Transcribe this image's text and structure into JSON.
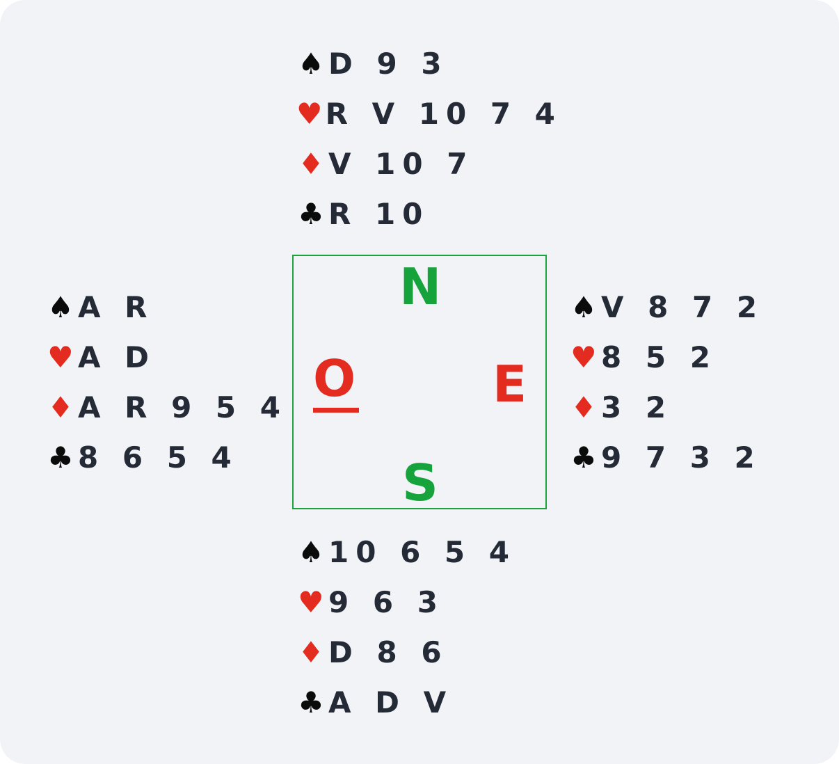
{
  "hands": {
    "north": {
      "spades": "D 9 3",
      "hearts": "R V 10 7 4",
      "diamonds": "V 10 7",
      "clubs": "R 10"
    },
    "west": {
      "spades": "A R",
      "hearts": "A D",
      "diamonds": "A R 9 5 4",
      "clubs": "8 6 5 4"
    },
    "east": {
      "spades": "V 8 7 2",
      "hearts": "8 5 2",
      "diamonds": "3 2",
      "clubs": "9 7 3 2"
    },
    "south": {
      "spades": "10 6 5 4",
      "hearts": "9 6 3",
      "diamonds": "D 8 6",
      "clubs": "A D V"
    }
  },
  "compass": {
    "north": "N",
    "south": "S",
    "east": "E",
    "west": "O",
    "dealer": "O"
  },
  "icons": {
    "spades": "spade-icon",
    "hearts": "heart-icon",
    "diamonds": "diamond-icon",
    "clubs": "club-icon"
  },
  "colors": {
    "green": "#16a33b",
    "red": "#e32b1f",
    "text": "#252a37"
  }
}
